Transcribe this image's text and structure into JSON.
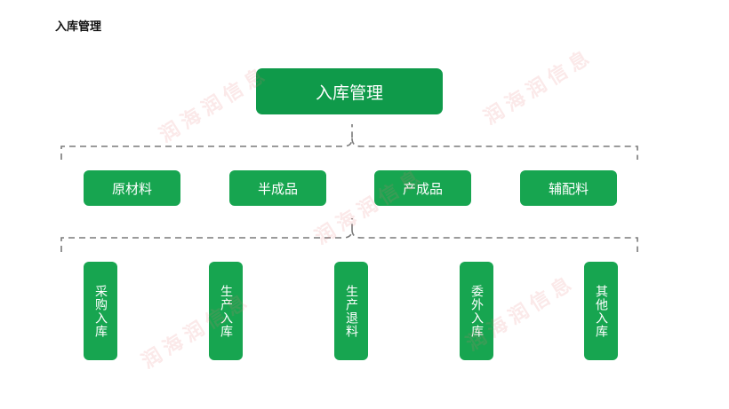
{
  "page_title": "入库管理",
  "root": {
    "label": "入库管理"
  },
  "categories": [
    {
      "label": "原材料"
    },
    {
      "label": "半成品"
    },
    {
      "label": "产成品"
    },
    {
      "label": "辅配料"
    }
  ],
  "inbound_types": [
    {
      "label": "采购入库"
    },
    {
      "label": "生产入库"
    },
    {
      "label": "生产退料"
    },
    {
      "label": "委外入库"
    },
    {
      "label": "其他入库"
    }
  ],
  "watermark": {
    "text": "润海润信息"
  },
  "colors": {
    "node_dark": "#0f9a4a",
    "node": "#17a550",
    "connector": "#7a7a7a"
  }
}
